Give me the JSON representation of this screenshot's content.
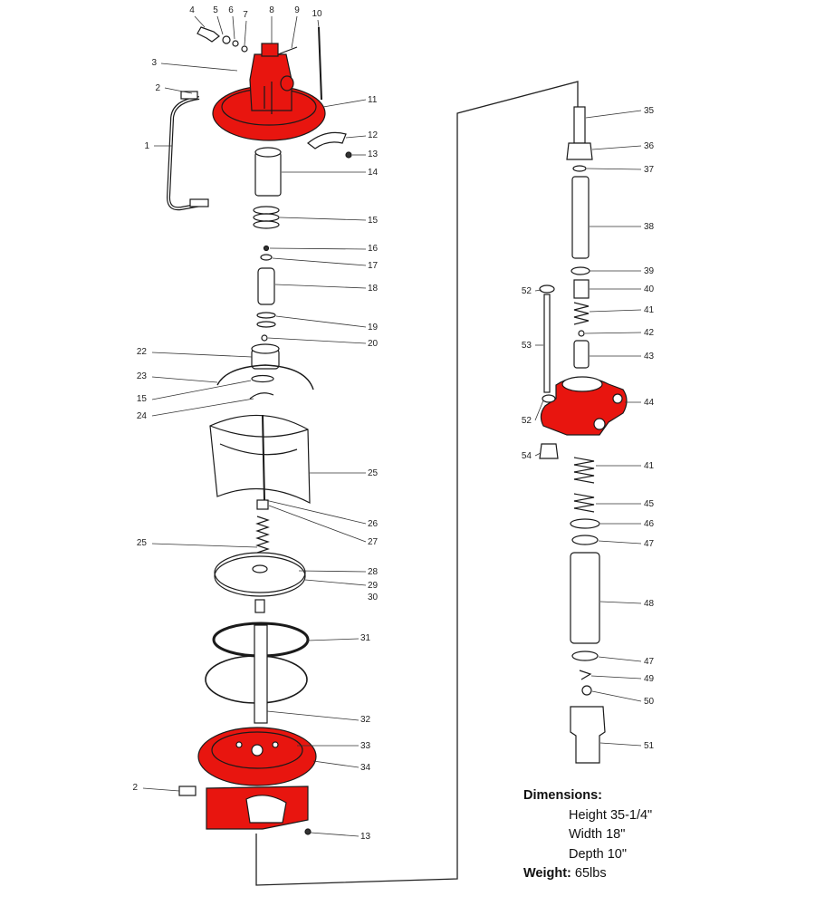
{
  "colors": {
    "part_red": "#e8150f",
    "outline": "#1a1a1a",
    "leader": "#333333",
    "background": "#ffffff"
  },
  "callouts": [
    {
      "label": "1"
    },
    {
      "label": "2"
    },
    {
      "label": "3"
    },
    {
      "label": "4"
    },
    {
      "label": "5"
    },
    {
      "label": "6"
    },
    {
      "label": "7"
    },
    {
      "label": "8"
    },
    {
      "label": "9"
    },
    {
      "label": "10"
    },
    {
      "label": "11"
    },
    {
      "label": "12"
    },
    {
      "label": "13"
    },
    {
      "label": "14"
    },
    {
      "label": "15"
    },
    {
      "label": "16"
    },
    {
      "label": "17"
    },
    {
      "label": "18"
    },
    {
      "label": "19"
    },
    {
      "label": "20"
    },
    {
      "label": "22"
    },
    {
      "label": "23"
    },
    {
      "label": "15"
    },
    {
      "label": "24"
    },
    {
      "label": "25"
    },
    {
      "label": "26"
    },
    {
      "label": "27"
    },
    {
      "label": "25"
    },
    {
      "label": "28"
    },
    {
      "label": "29"
    },
    {
      "label": "30"
    },
    {
      "label": "31"
    },
    {
      "label": "32"
    },
    {
      "label": "33"
    },
    {
      "label": "34"
    },
    {
      "label": "2"
    },
    {
      "label": "13"
    },
    {
      "label": "35"
    },
    {
      "label": "36"
    },
    {
      "label": "37"
    },
    {
      "label": "38"
    },
    {
      "label": "39"
    },
    {
      "label": "40"
    },
    {
      "label": "41"
    },
    {
      "label": "42"
    },
    {
      "label": "43"
    },
    {
      "label": "44"
    },
    {
      "label": "52"
    },
    {
      "label": "53"
    },
    {
      "label": "52"
    },
    {
      "label": "54"
    },
    {
      "label": "41"
    },
    {
      "label": "45"
    },
    {
      "label": "46"
    },
    {
      "label": "47"
    },
    {
      "label": "48"
    },
    {
      "label": "47"
    },
    {
      "label": "49"
    },
    {
      "label": "50"
    },
    {
      "label": "51"
    }
  ],
  "specs": {
    "dimensions_label": "Dimensions:",
    "height": "Height 35-1/4\"",
    "width": "Width 18\"",
    "depth": "Depth 10\"",
    "weight_label": "Weight:",
    "weight_value": "65lbs"
  }
}
